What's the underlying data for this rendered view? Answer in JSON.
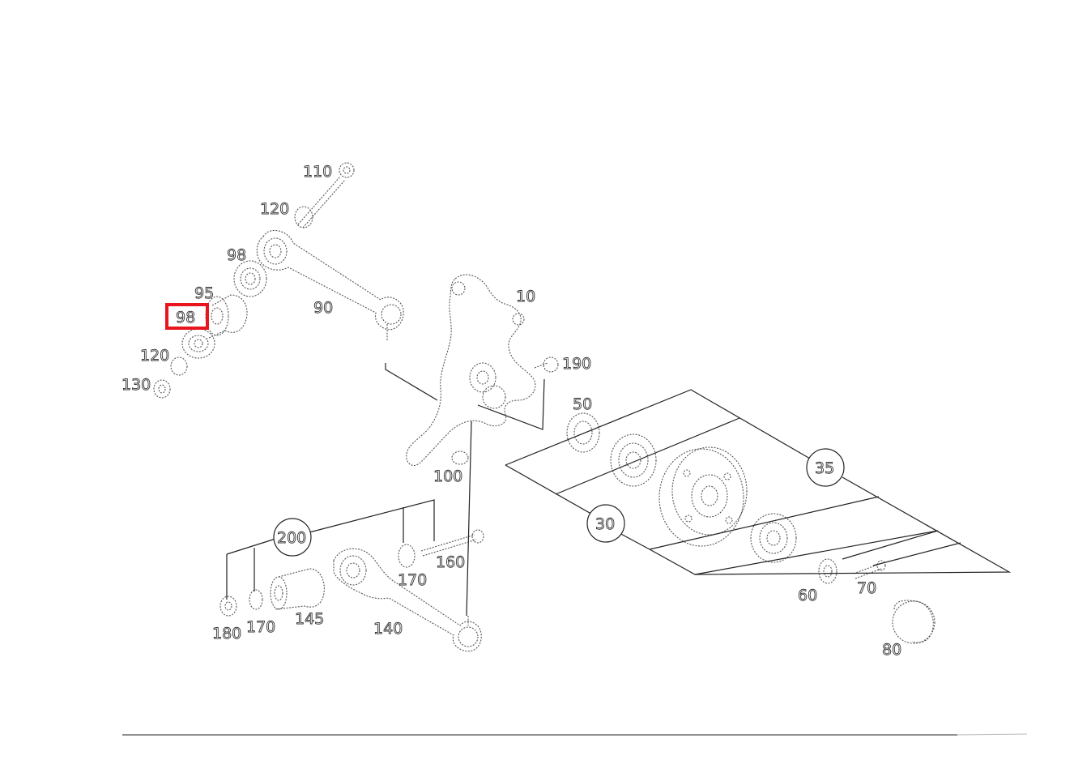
{
  "diagram": {
    "highlight_color": "#e8141e",
    "highlighted_callout": "98",
    "callouts": {
      "c110": "110",
      "c120a": "120",
      "c98a": "98",
      "c95": "95",
      "c98b": "98",
      "c120b": "120",
      "c130": "130",
      "c90": "90",
      "c10": "10",
      "c190": "190",
      "c50": "50",
      "c35": "35",
      "c100": "100",
      "c30": "30",
      "c200": "200",
      "c160": "160",
      "c170a": "170",
      "c170b": "170",
      "c180": "180",
      "c145": "145",
      "c140": "140",
      "c60": "60",
      "c70": "70",
      "c80": "80"
    }
  }
}
